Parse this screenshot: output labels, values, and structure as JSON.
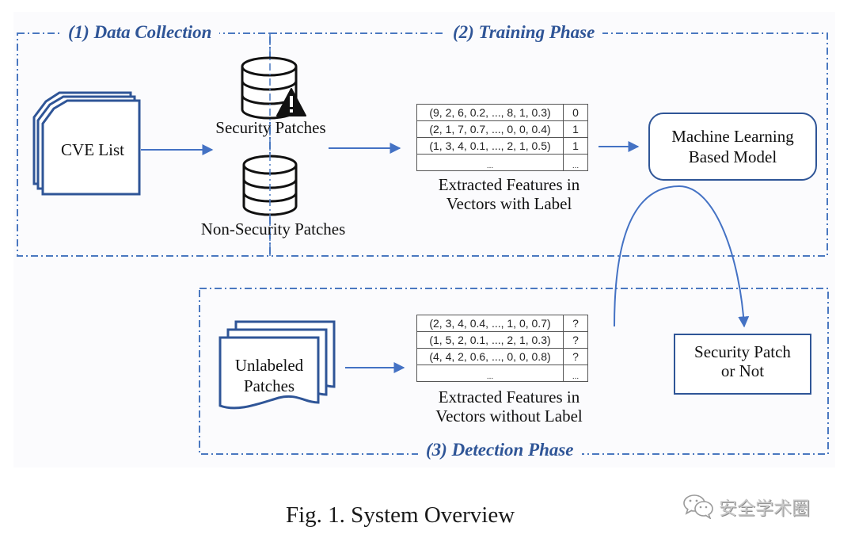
{
  "figure": {
    "phases": {
      "data_collection": "(1) Data Collection",
      "training": "(2) Training Phase",
      "detection": "(3) Detection Phase"
    },
    "nodes": {
      "cve_list": "CVE List",
      "security_patches": "Security Patches",
      "non_security_patches": "Non-Security Patches",
      "ml_model_line1": "Machine Learning",
      "ml_model_line2": "Based Model",
      "unlabeled_line1": "Unlabeled",
      "unlabeled_line2": "Patches",
      "result_line1": "Security Patch",
      "result_line2": "or Not"
    },
    "training_table": {
      "caption_line1": "Extracted Features in",
      "caption_line2": "Vectors with Label",
      "rows": [
        {
          "vector": "(9, 2, 6, 0.2, ..., 8, 1, 0.3)",
          "label": "0"
        },
        {
          "vector": "(2, 1, 7, 0.7, ..., 0, 0, 0.4)",
          "label": "1"
        },
        {
          "vector": "(1, 3, 4, 0.1, ..., 2, 1, 0.5)",
          "label": "1"
        },
        {
          "vector": "...",
          "label": "..."
        }
      ]
    },
    "detection_table": {
      "caption_line1": "Extracted Features in",
      "caption_line2": "Vectors without Label",
      "rows": [
        {
          "vector": "(2, 3, 4, 0.4, ..., 1, 0, 0.7)",
          "label": "?"
        },
        {
          "vector": "(1, 5, 2, 0.1, ..., 2, 1, 0.3)",
          "label": "?"
        },
        {
          "vector": "(4, 4, 2, 0.6, ..., 0, 0, 0.8)",
          "label": "?"
        },
        {
          "vector": "...",
          "label": "..."
        }
      ]
    },
    "icons": {
      "database": "database-icon",
      "warning": "warning-triangle-icon",
      "document_stack": "document-stack-icon",
      "wechat": "wechat-icon"
    },
    "colors": {
      "accent": "#2f5597",
      "arrow": "#4472c4",
      "frame": "#4a78c0"
    }
  },
  "caption": "Fig. 1.  System Overview",
  "watermark": "安全学术圈"
}
